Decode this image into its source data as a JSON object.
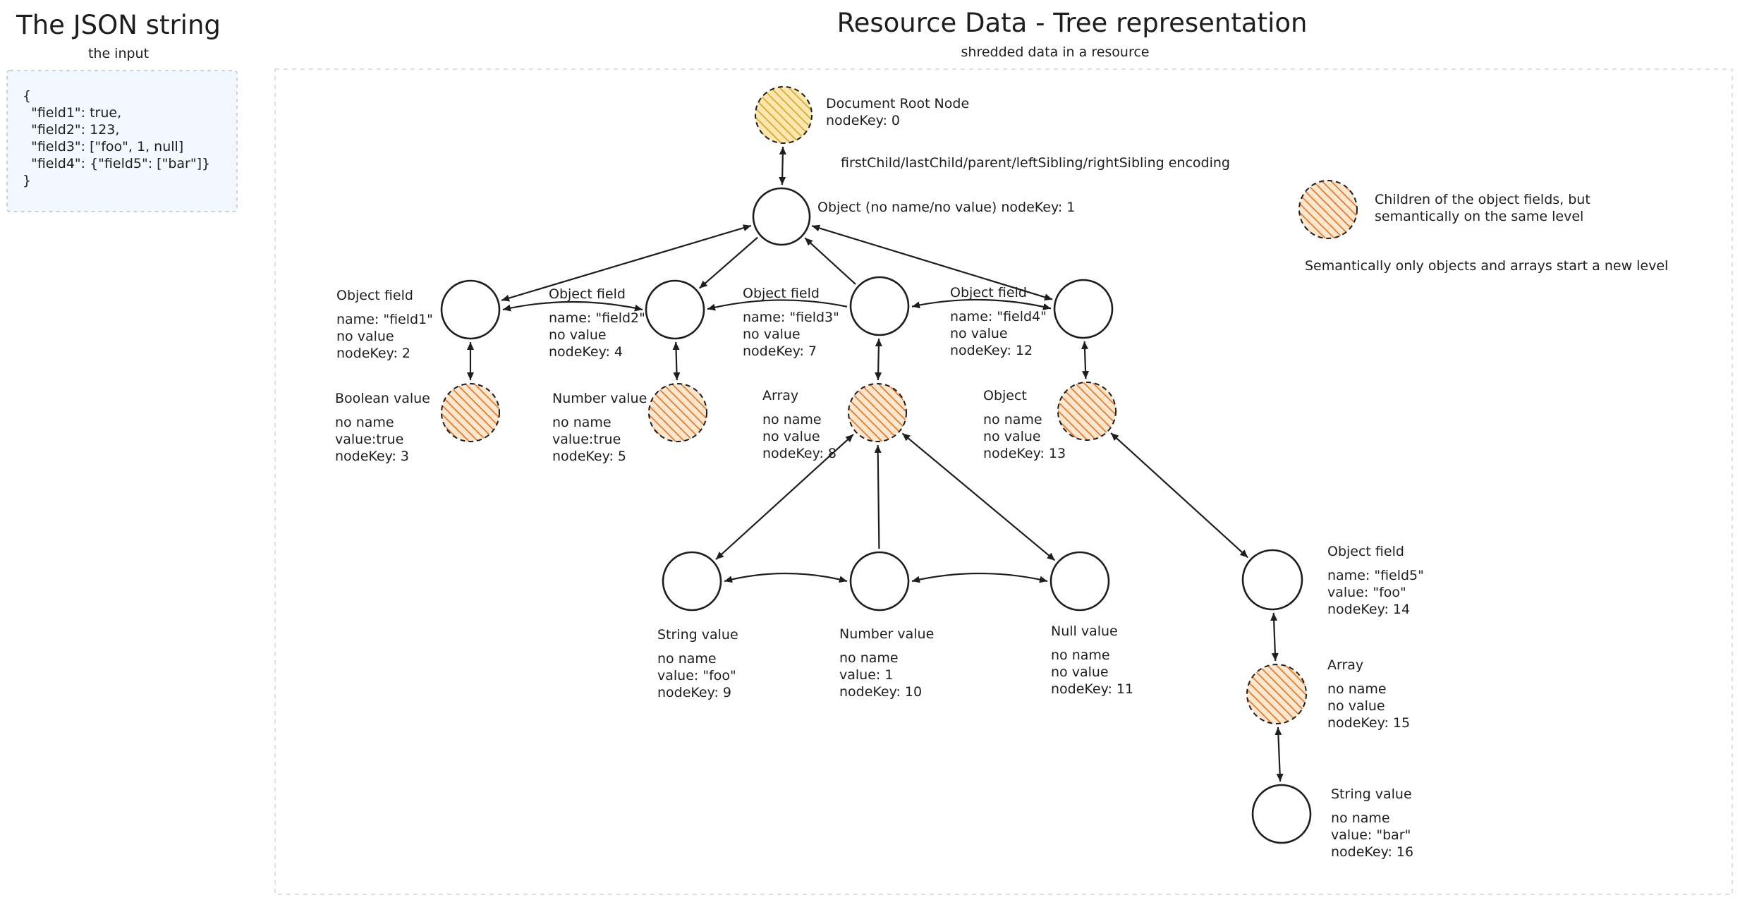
{
  "left_panel": {
    "title": "The JSON string",
    "subtitle": "the input",
    "json_lines": [
      "{",
      "  \"field1\": true,",
      "  \"field2\": 123,",
      "  \"field3\": [\"foo\", 1, null]",
      "  \"field4\": {\"field5\": [\"bar\"]}",
      "}"
    ]
  },
  "main": {
    "title": "Resource Data - Tree representation",
    "subtitle": "shredded data in a resource",
    "encoding_note": "firstChild/lastChild/parent/leftSibling/rightSibling encoding",
    "legend": {
      "hatched_note_lines": [
        "Children of the object fields, but",
        "semantically on the same level"
      ],
      "level_note": "Semantically only objects and arrays start a new level"
    }
  },
  "colors": {
    "hatch_fill": "#f6b26b",
    "hatch_stroke": "#e8701a",
    "root_fill": "#f2c14e",
    "panel_bg": "#f1f8ff",
    "panel_border": "#b9c6d2"
  },
  "nodes": [
    {
      "id": "root",
      "hatched": true,
      "root": true,
      "lines": [
        "Document Root Node",
        "nodeKey: 0"
      ]
    },
    {
      "id": "object",
      "hatched": false,
      "lines": [
        "Object (no name/no value)   nodeKey: 1"
      ]
    },
    {
      "id": "field1",
      "hatched": false,
      "lines": [
        "Object field",
        "name: \"field1\"",
        "no value",
        "nodeKey: 2"
      ]
    },
    {
      "id": "field2",
      "hatched": false,
      "lines": [
        "Object field",
        "name: \"field2\"",
        "no value",
        "nodeKey: 4"
      ]
    },
    {
      "id": "field3",
      "hatched": false,
      "lines": [
        "Object field",
        "name: \"field3\"",
        "no value",
        "nodeKey: 7"
      ]
    },
    {
      "id": "field4",
      "hatched": false,
      "lines": [
        "Object field",
        "name: \"field4\"",
        "no value",
        "nodeKey: 12"
      ]
    },
    {
      "id": "bool",
      "hatched": true,
      "lines": [
        "Boolean value",
        "no name",
        "value:true",
        "nodeKey: 3"
      ]
    },
    {
      "id": "num",
      "hatched": true,
      "lines": [
        "Number value",
        "no name",
        "value:true",
        "nodeKey: 5"
      ]
    },
    {
      "id": "array",
      "hatched": true,
      "lines": [
        "Array",
        "no name",
        "no value",
        "nodeKey: 8"
      ]
    },
    {
      "id": "obj13",
      "hatched": true,
      "lines": [
        "Object",
        "no name",
        "no value",
        "nodeKey: 13"
      ]
    },
    {
      "id": "str9",
      "hatched": false,
      "lines": [
        "String value",
        "no name",
        "value: \"foo\"",
        "nodeKey: 9"
      ]
    },
    {
      "id": "num10",
      "hatched": false,
      "lines": [
        "Number value",
        "no name",
        "value: 1",
        "nodeKey: 10"
      ]
    },
    {
      "id": "null11",
      "hatched": false,
      "lines": [
        "Null value",
        "no name",
        "no value",
        "nodeKey: 11"
      ]
    },
    {
      "id": "field5",
      "hatched": false,
      "lines": [
        "Object field",
        "name: \"field5\"",
        "value: \"foo\"",
        "nodeKey: 14"
      ]
    },
    {
      "id": "array15",
      "hatched": true,
      "lines": [
        "Array",
        "no name",
        "no value",
        "nodeKey: 15"
      ]
    },
    {
      "id": "str16",
      "hatched": false,
      "lines": [
        "String value",
        "no name",
        "value: \"bar\"",
        "nodeKey: 16"
      ]
    },
    {
      "id": "legend",
      "hatched": true,
      "legend": true,
      "lines": []
    }
  ],
  "edges": [
    {
      "from": "root",
      "to": "object",
      "dir": "both"
    },
    {
      "from": "object",
      "to": "field1",
      "dir": "both"
    },
    {
      "from": "object",
      "to": "field2",
      "dir": "end"
    },
    {
      "from": "field3",
      "to": "object",
      "dir": "end"
    },
    {
      "from": "object",
      "to": "field4",
      "dir": "both"
    },
    {
      "from": "field1",
      "to": "field2",
      "dir": "both"
    },
    {
      "from": "field3",
      "to": "field2",
      "dir": "end"
    },
    {
      "from": "field3",
      "to": "field4",
      "dir": "both"
    },
    {
      "from": "field1",
      "to": "bool",
      "dir": "both"
    },
    {
      "from": "field2",
      "to": "num",
      "dir": "both"
    },
    {
      "from": "field3",
      "to": "array",
      "dir": "both"
    },
    {
      "from": "field4",
      "to": "obj13",
      "dir": "both"
    },
    {
      "from": "array",
      "to": "str9",
      "dir": "both"
    },
    {
      "from": "num10",
      "to": "array",
      "dir": "end"
    },
    {
      "from": "array",
      "to": "null11",
      "dir": "both"
    },
    {
      "from": "str9",
      "to": "num10",
      "dir": "both"
    },
    {
      "from": "num10",
      "to": "null11",
      "dir": "both"
    },
    {
      "from": "obj13",
      "to": "field5",
      "dir": "both"
    },
    {
      "from": "field5",
      "to": "array15",
      "dir": "both"
    },
    {
      "from": "array15",
      "to": "str16",
      "dir": "both"
    }
  ]
}
